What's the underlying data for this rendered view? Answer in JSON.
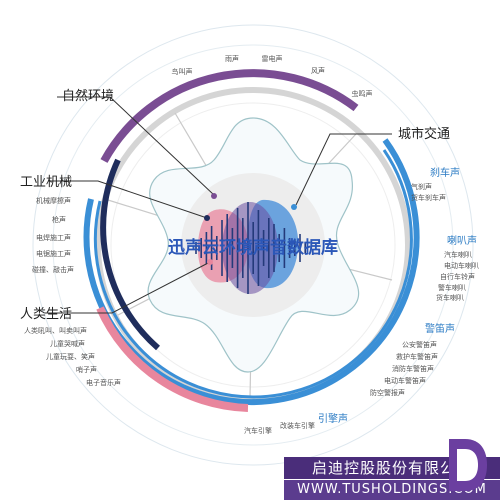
{
  "title": "迅声云环境声音数据库",
  "colors": {
    "purple": "#7a4d93",
    "navy": "#1f2d5c",
    "blue": "#3a8fd6",
    "pink": "#e8869d",
    "gray_ring": "#d5d5d5",
    "accent_title": "#2b57b8"
  },
  "categories": {
    "nature": {
      "label": "自然环境",
      "items": [
        "雨声",
        "雷电声",
        "风声",
        "虫鸣声",
        "鸟叫声"
      ]
    },
    "traffic": {
      "label": "城市交通",
      "groups": [
        {
          "label": "刹车声",
          "items": [
            "气刹声",
            "货车刹车声"
          ]
        },
        {
          "label": "喇叭声",
          "items": [
            "汽车喇叭",
            "电动车喇叭",
            "自行车铃声",
            "警车喇叭",
            "货车喇叭"
          ]
        },
        {
          "label": "警笛声",
          "items": [
            "公安警笛声",
            "救护车警笛声",
            "消防车警笛声",
            "电动车警笛声",
            "防空警报声"
          ]
        },
        {
          "label": "引擎声",
          "items": [
            "改装车引擎",
            "汽车引擎"
          ]
        }
      ]
    },
    "industry": {
      "label": "工业机械",
      "items": [
        "机械摩擦声",
        "枪声",
        "电焊施工声",
        "电锯施工声",
        "碰撞、敲击声"
      ]
    },
    "human": {
      "label": "人类生活",
      "items": [
        "人类吼叫、叫卖叫声",
        "儿童哭喊声",
        "儿童玩耍、笑声",
        "哨子声",
        "电子音乐声"
      ]
    }
  },
  "footer": {
    "company": "启迪控股股份有限公司",
    "url": "WWW.TUSHOLDINGS.COM"
  }
}
